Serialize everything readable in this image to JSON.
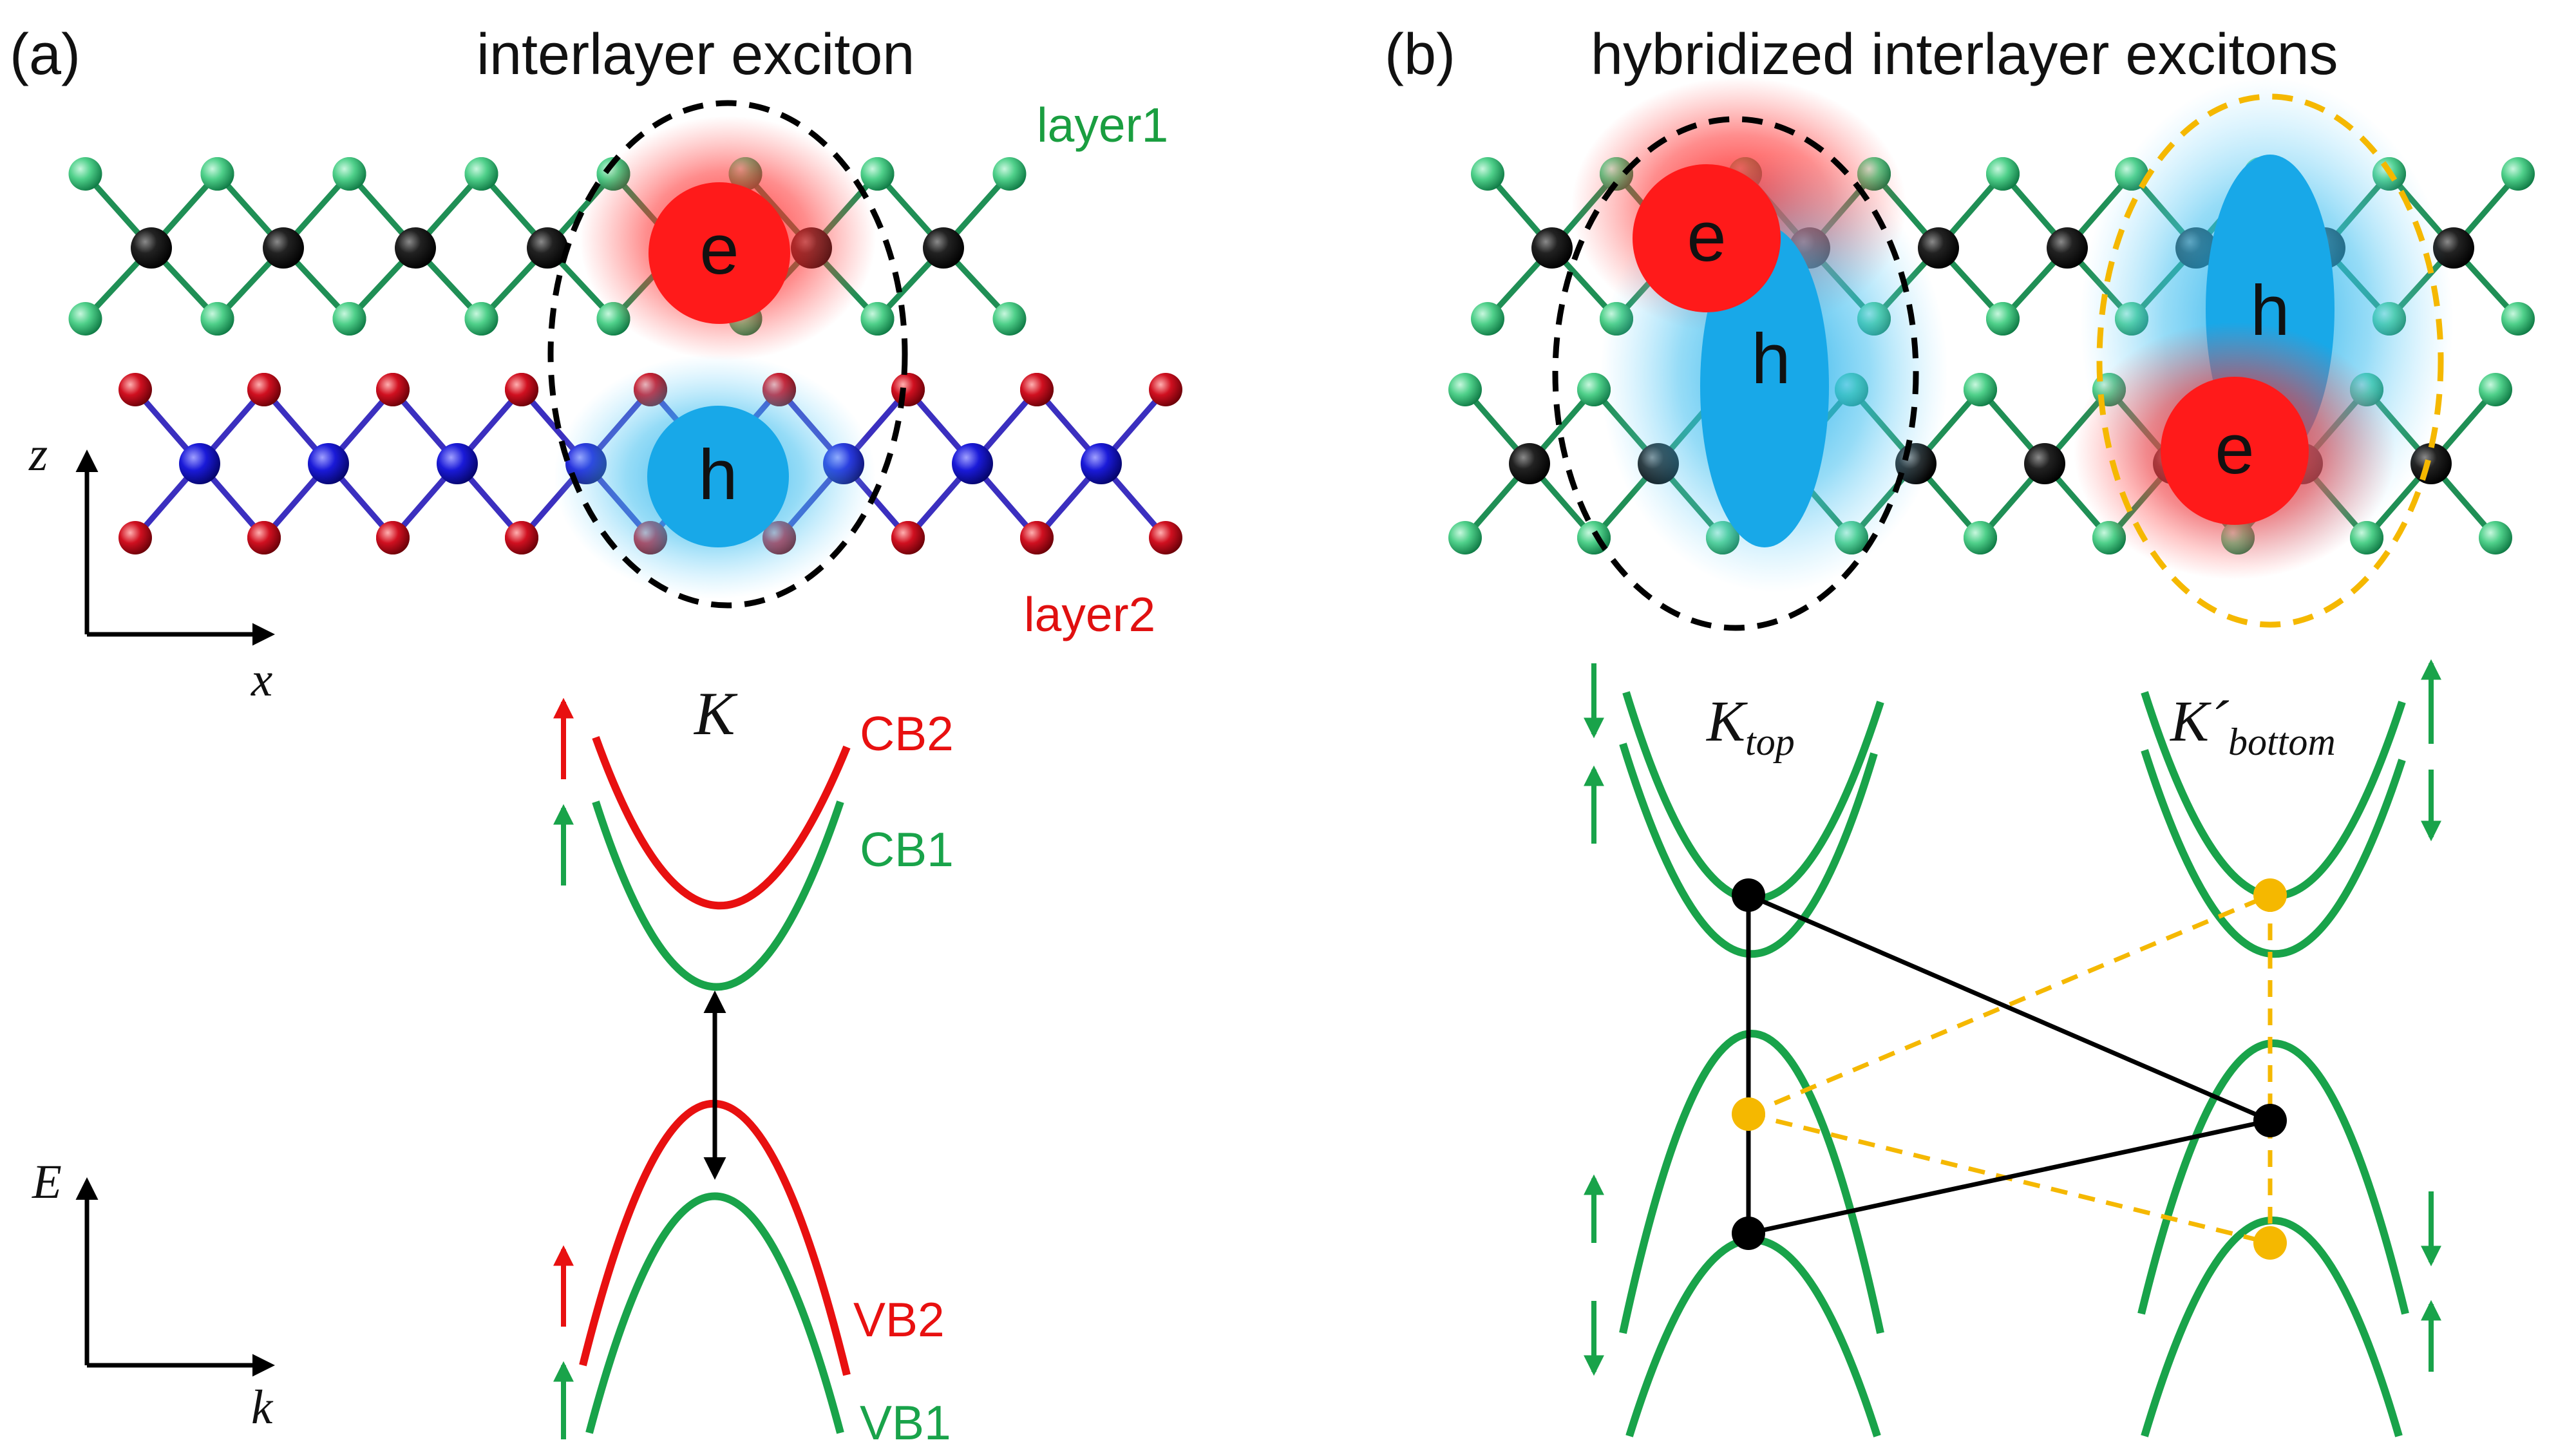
{
  "panel_a": {
    "tag": "(a)",
    "title": "interlayer exciton",
    "layer1_label": "layer1",
    "layer2_label": "layer2",
    "electron_label": "e",
    "hole_label": "h",
    "axis_z": "z",
    "axis_x": "x",
    "axis_E": "E",
    "axis_k": "k",
    "valley_label": "K",
    "bands": {
      "cb2": "CB2",
      "cb1": "CB1",
      "vb2": "VB2",
      "vb1": "VB1"
    }
  },
  "panel_b": {
    "tag": "(b)",
    "title": "hybridized interlayer excitons",
    "electron_label": "e",
    "hole_label": "h",
    "valley_left_main": "K",
    "valley_left_sub": "top",
    "valley_right_main": "K´",
    "valley_right_sub": "bottom"
  },
  "colors": {
    "layer1": "#1a9e40",
    "layer2": "#e01010",
    "band_green": "#19a34a",
    "band_red": "#e81010",
    "electron": "#ff1a1a",
    "hole": "#18a8e8",
    "exciton_outline_black": "#000000",
    "exciton_outline_yellow": "#f5b800",
    "atom_green": "#4fd08a",
    "atom_black": "#111111",
    "atom_blue": "#1a1ad8",
    "atom_red": "#d01020"
  }
}
